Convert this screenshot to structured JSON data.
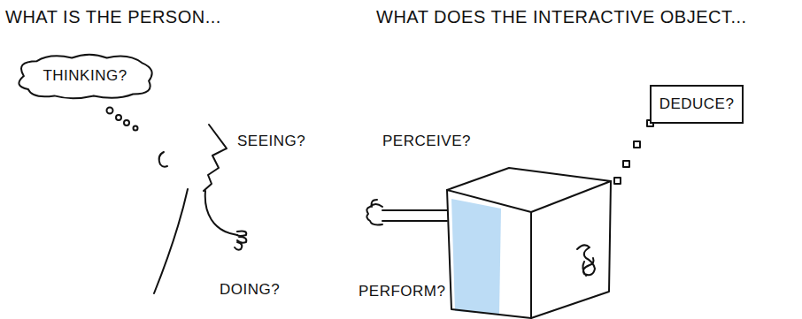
{
  "diagram": {
    "nodes": [
      {
        "text": [
          "THINKING?"
        ]
      },
      {
        "text": [
          "DEDUCE?"
        ]
      }
    ],
    "labels": [
      "WHAT IS THE PERSON...",
      "WHAT DOES THE INTERACTIVE OBJECT...",
      "SEEING?",
      "PERCEIVE?",
      "DOING?",
      "PERFORM?"
    ]
  }
}
